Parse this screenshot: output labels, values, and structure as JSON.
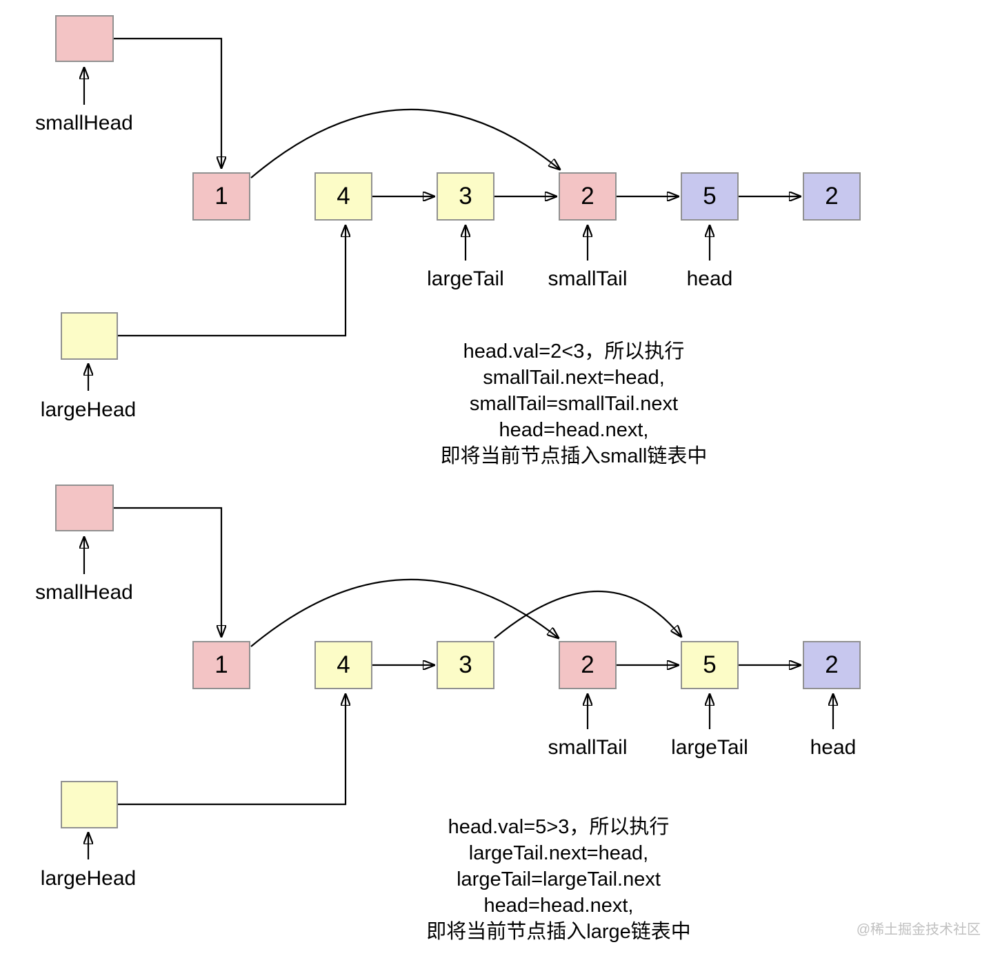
{
  "colors": {
    "small": "#f3c4c5",
    "large": "#fcfcc7",
    "unprocessed": "#c7c7ee",
    "watermark": "#c0c0c0"
  },
  "diagram1": {
    "small_head": {
      "label": "smallHead",
      "color": "small"
    },
    "large_head": {
      "label": "largeHead",
      "color": "large"
    },
    "nodes": [
      {
        "value": "1",
        "color": "small"
      },
      {
        "value": "4",
        "color": "large"
      },
      {
        "value": "3",
        "color": "large"
      },
      {
        "value": "2",
        "color": "small"
      },
      {
        "value": "5",
        "color": "unprocessed"
      },
      {
        "value": "2",
        "color": "unprocessed"
      }
    ],
    "pointer_labels": [
      {
        "label": "largeTail"
      },
      {
        "label": "smallTail"
      },
      {
        "label": "head"
      }
    ],
    "caption": [
      "head.val=2<3，所以执行",
      "smallTail.next=head,",
      "smallTail=smallTail.next",
      "head=head.next,",
      "即将当前节点插入small链表中"
    ]
  },
  "diagram2": {
    "small_head": {
      "label": "smallHead",
      "color": "small"
    },
    "large_head": {
      "label": "largeHead",
      "color": "large"
    },
    "nodes": [
      {
        "value": "1",
        "color": "small"
      },
      {
        "value": "4",
        "color": "large"
      },
      {
        "value": "3",
        "color": "large"
      },
      {
        "value": "2",
        "color": "small"
      },
      {
        "value": "5",
        "color": "large"
      },
      {
        "value": "2",
        "color": "unprocessed"
      }
    ],
    "pointer_labels": [
      {
        "label": "smallTail"
      },
      {
        "label": "largeTail"
      },
      {
        "label": "head"
      }
    ],
    "caption": [
      "head.val=5>3，所以执行",
      "largeTail.next=head,",
      "largeTail=largeTail.next",
      "head=head.next,",
      "即将当前节点插入large链表中"
    ]
  },
  "watermark": "@稀土掘金技术社区"
}
